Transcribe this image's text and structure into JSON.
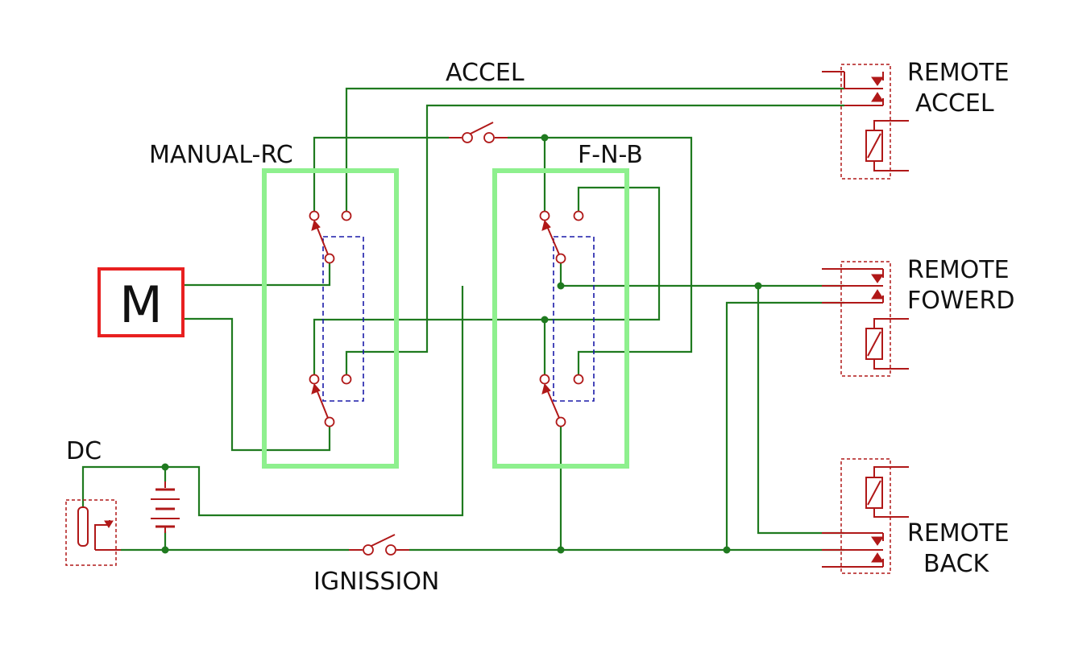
{
  "labels": {
    "accel": "ACCEL",
    "manual_rc": "MANUAL-RC",
    "fnb": "F-N-B",
    "motor": "M",
    "dc": "DC",
    "ignission": "IGNISSION",
    "remote_accel_1": "REMOTE",
    "remote_accel_2": "ACCEL",
    "remote_fowerd_1": "REMOTE",
    "remote_fowerd_2": "FOWERD",
    "remote_back_1": "REMOTE",
    "remote_back_2": "BACK"
  },
  "colors": {
    "wire": "#1f7a1f",
    "component": "#b01818",
    "switch_group": "#8ef08e",
    "motor_box": "#e82020",
    "mechanical_link": "#1a1aa8"
  },
  "icons": {
    "motor": "motor-icon",
    "battery": "battery-icon",
    "relay_coil": "relay-coil-icon",
    "switch": "switch-icon",
    "dc_jack": "dc-jack-icon"
  }
}
